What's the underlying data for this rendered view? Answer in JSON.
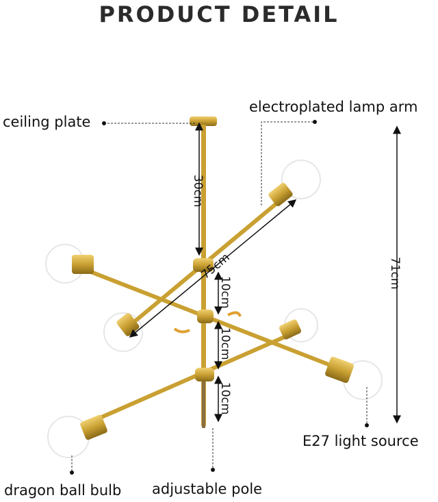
{
  "title": "PRODUCT DETAIL",
  "labels": {
    "ceiling_plate": "ceiling plate",
    "lamp_arm": "electroplated lamp arm",
    "light_source": "E27 light source",
    "bulb": "dragon ball bulb",
    "pole": "adjustable pole"
  },
  "dimensions": {
    "top_rod": "30cm",
    "arm_length": "75cm",
    "gap1": "10cm",
    "gap2": "10cm",
    "gap3": "10cm",
    "total_height": "71cm"
  },
  "colors": {
    "brass": "#c9a032",
    "brass_dark": "#9a7418",
    "rotate_arrow": "#e0a030"
  }
}
